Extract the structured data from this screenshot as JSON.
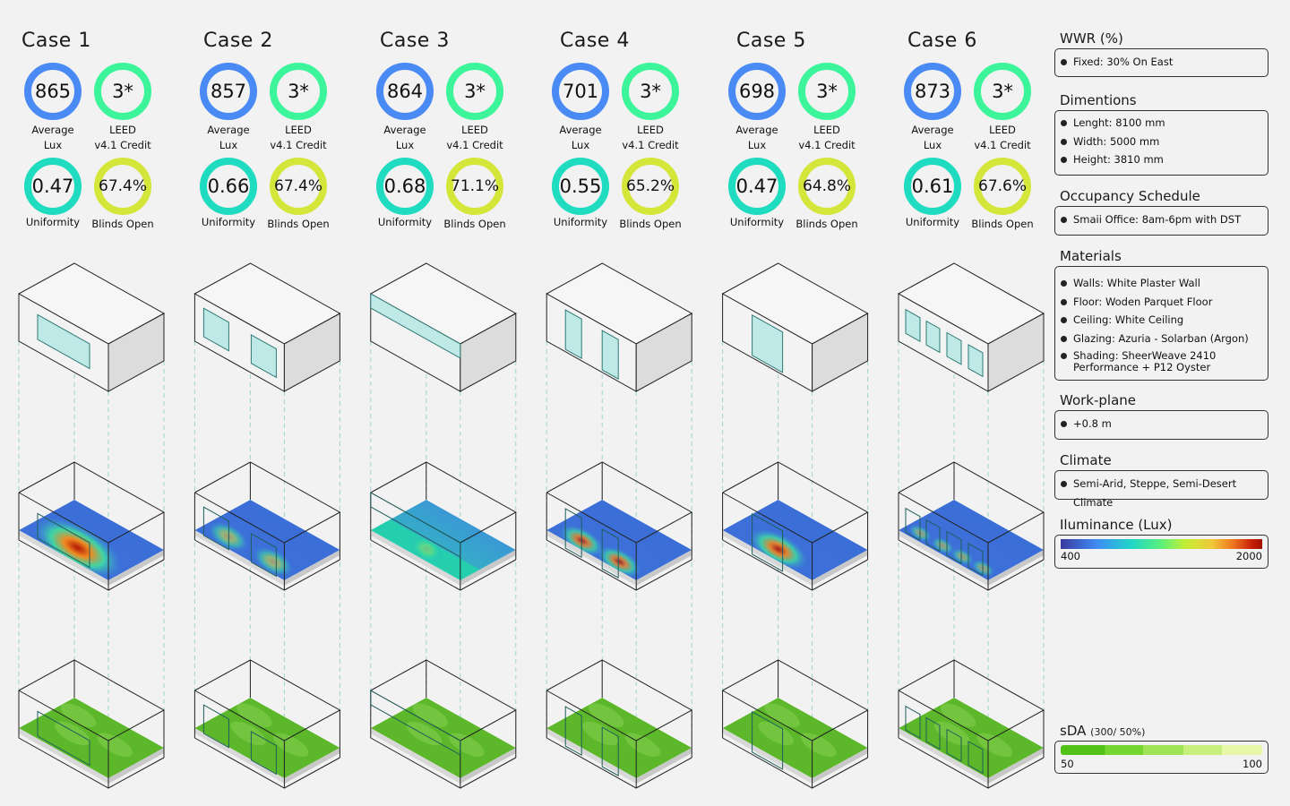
{
  "cases": [
    {
      "title": "Case 1",
      "avg_lux": "865",
      "leed": "3*",
      "uniformity": "0.47",
      "blinds_open": "67.4%"
    },
    {
      "title": "Case 2",
      "avg_lux": "857",
      "leed": "3*",
      "uniformity": "0.66",
      "blinds_open": "67.4%"
    },
    {
      "title": "Case 3",
      "avg_lux": "864",
      "leed": "3*",
      "uniformity": "0.68",
      "blinds_open": "71.1%"
    },
    {
      "title": "Case 4",
      "avg_lux": "701",
      "leed": "3*",
      "uniformity": "0.55",
      "blinds_open": "65.2%"
    },
    {
      "title": "Case 5",
      "avg_lux": "698",
      "leed": "3*",
      "uniformity": "0.47",
      "blinds_open": "64.8%"
    },
    {
      "title": "Case 6",
      "avg_lux": "873",
      "leed": "3*",
      "uniformity": "0.61",
      "blinds_open": "67.6%"
    }
  ],
  "labels": {
    "avg_lux_1": "Average",
    "avg_lux_2": "Lux",
    "leed_1": "LEED",
    "leed_2": "v4.1 Credit",
    "uniformity": "Uniformity",
    "blinds_open": "Blinds Open"
  },
  "colors": {
    "avg_lux": "#4a8af4",
    "leed": "#3cf59a",
    "uniformity": "#1fdcc0",
    "blinds_open": "#d4e63a",
    "glass": "#bfe9e6",
    "heat_base": "#3a6fd8",
    "sda_green": "#5bbd22"
  },
  "panel": {
    "wwr": {
      "title": "WWR (%)",
      "items": [
        "Fixed: 30% On East"
      ]
    },
    "dimensions": {
      "title": "Dimentions",
      "items": [
        "Lenght: 8100 mm",
        "Width: 5000 mm",
        "Height: 3810 mm"
      ]
    },
    "occupancy": {
      "title": "Occupancy Schedule",
      "items": [
        "Smaii Office: 8am-6pm with DST"
      ]
    },
    "materials": {
      "title": "Materials",
      "items": [
        "Walls: White Plaster Wall",
        "Floor: Woden Parquet Floor",
        "Ceiling: White Ceiling",
        "Glazing: Azuria - Solarban (Argon)",
        "Shading: SheerWeave 2410 Performance + P12 Oyster"
      ]
    },
    "workplane": {
      "title": "Work-plane",
      "items": [
        "+0.8 m"
      ]
    },
    "climate": {
      "title": "Climate",
      "items": [
        "Semi-Arid, Steppe, Semi-Desert  Climate"
      ]
    },
    "illuminance": {
      "title": "Iluminance (Lux)",
      "min": "400",
      "max": "2000"
    },
    "sda": {
      "title": "sDA",
      "subtitle": "(300/ 50%)",
      "min": "50",
      "max": "100"
    }
  }
}
